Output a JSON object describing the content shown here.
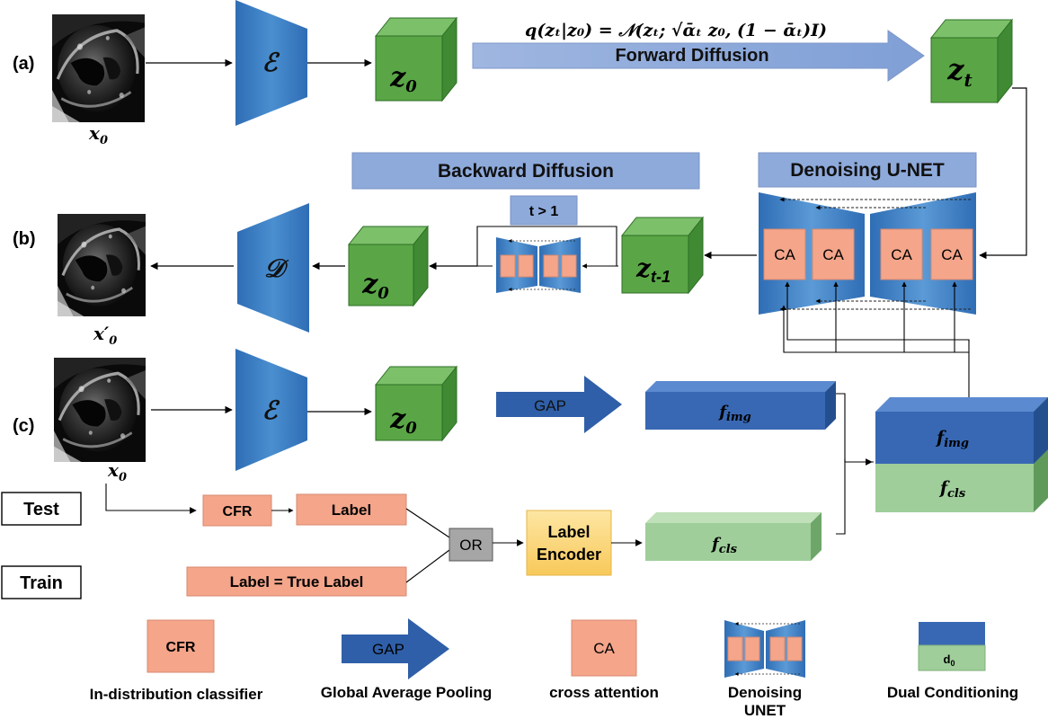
{
  "rows": {
    "a": "(a)",
    "b": "(b)",
    "c": "(c)"
  },
  "symbols": {
    "x0": "x",
    "x0_sub": "0",
    "x0_prime": "x′",
    "encoder": "ℰ",
    "decoder": "𝒟",
    "z0": "z",
    "z0_sub": "0",
    "zt": "z",
    "zt_sub": "t",
    "zt1": "z",
    "zt1_sub": "t-1",
    "fimg": "f",
    "fimg_sub": "img",
    "fcls": "f",
    "fcls_sub": "cls"
  },
  "forward": {
    "formula": "q(zₜ|z₀) = 𝒩(zₜ; √ᾱₜ z₀, (1 − ᾱₜ)I)",
    "label": "Forward Diffusion"
  },
  "backward": {
    "label": "Backward Diffusion",
    "condition": "t > 1"
  },
  "unet": {
    "title": "Denoising U-NET",
    "ca": "CA"
  },
  "conditioning": {
    "gap": "GAP",
    "test": "Test",
    "train": "Train",
    "cfr": "CFR",
    "label": "Label",
    "true_label": "Label = True Label",
    "or": "OR",
    "label_encoder_1": "Label",
    "label_encoder_2": "Encoder"
  },
  "legend": {
    "cfr": "CFR",
    "cfr_caption": "In-distribution classifier",
    "gap": "GAP",
    "gap_caption": "Global Average Pooling",
    "ca": "CA",
    "ca_caption": "cross attention",
    "unet_caption_1": "Denoising",
    "unet_caption_2": "UNET",
    "dual_label": "d",
    "dual_label_sub": "0",
    "dual_caption": "Dual Conditioning"
  },
  "colors": {
    "green_front": "#5aa646",
    "green_top": "#7cc06a",
    "green_side": "#3f8a33",
    "encoder_blue": "#3f83c6",
    "arrow_blue": "#2f5fa8",
    "bar_blue": "#8eaadb",
    "salmon": "#f4a58a",
    "light_green": "#9fce9a",
    "yellow": "#fcd77a"
  }
}
